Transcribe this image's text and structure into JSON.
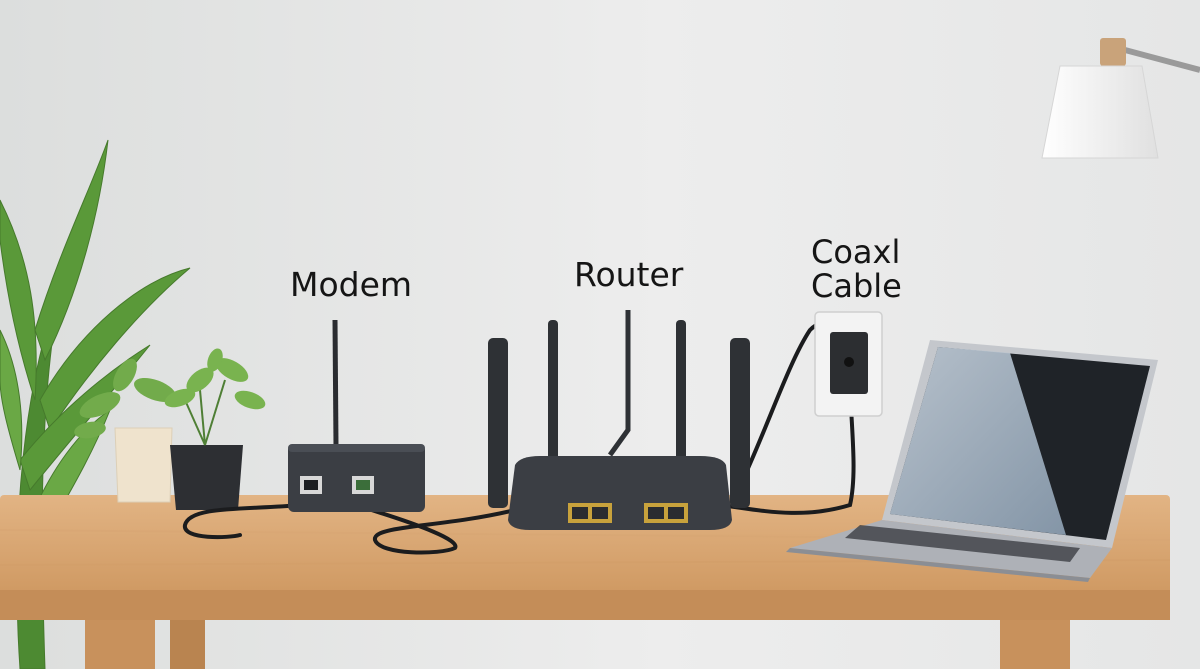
{
  "labels": {
    "modem": "Modem",
    "router": "Router",
    "coax_line1": "Coaxl",
    "coax_line2": "Cable"
  },
  "colors": {
    "wall": "#e9eaea",
    "desk_top": "#d9a877",
    "desk_edge": "#c9925e",
    "device": "#3a3d42",
    "port_gold": "#c9a43a",
    "laptop_body": "#b9bcc2",
    "laptop_screen": "#1e2227",
    "plant_green": "#5f9c3c",
    "lamp": "#f7f7f7"
  },
  "icons": [
    "plant-large",
    "plant-small",
    "modem-device",
    "router-device",
    "wall-outlet",
    "laptop",
    "desk-lamp"
  ]
}
